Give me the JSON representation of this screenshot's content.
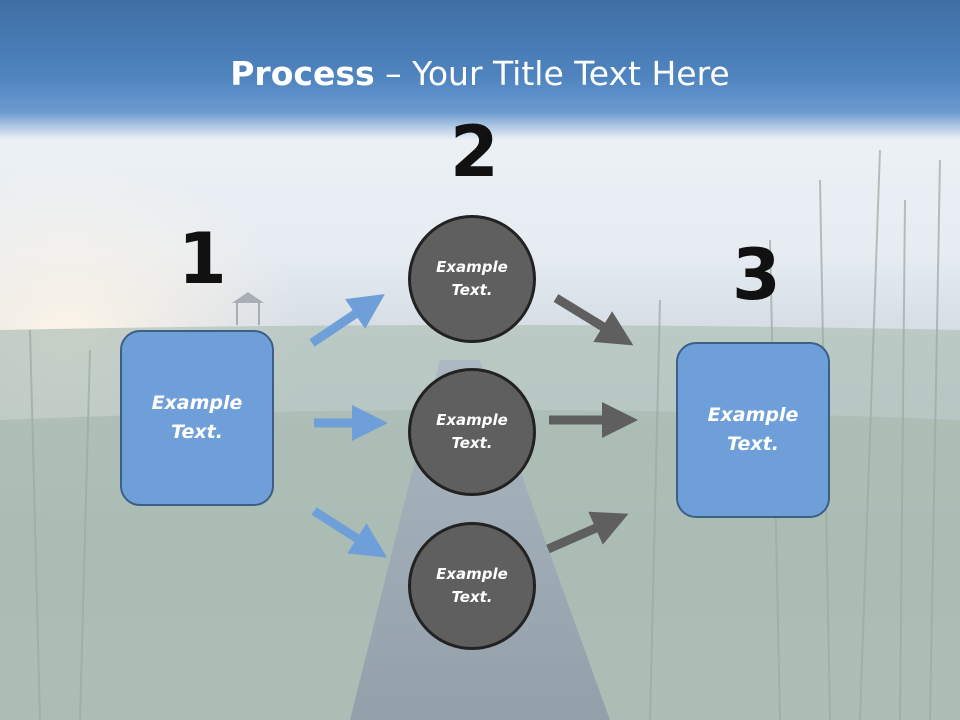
{
  "slide": {
    "title_bold": "Process",
    "title_rest": " – Your Title Text Here"
  },
  "steps": {
    "one": {
      "number": "1",
      "label": "Example\nText."
    },
    "two": {
      "number": "2"
    },
    "three": {
      "number": "3",
      "label": "Example\nText."
    }
  },
  "circles": [
    {
      "label": "Example\nText."
    },
    {
      "label": "Example\nText."
    },
    {
      "label": "Example\nText."
    }
  ],
  "colors": {
    "box_fill": "#6f9fd8",
    "circle_fill": "#5f5f5f",
    "arrow_blue": "#6f9fd8",
    "arrow_gray": "#5f5f5f",
    "title_band": "#4f84bf"
  }
}
